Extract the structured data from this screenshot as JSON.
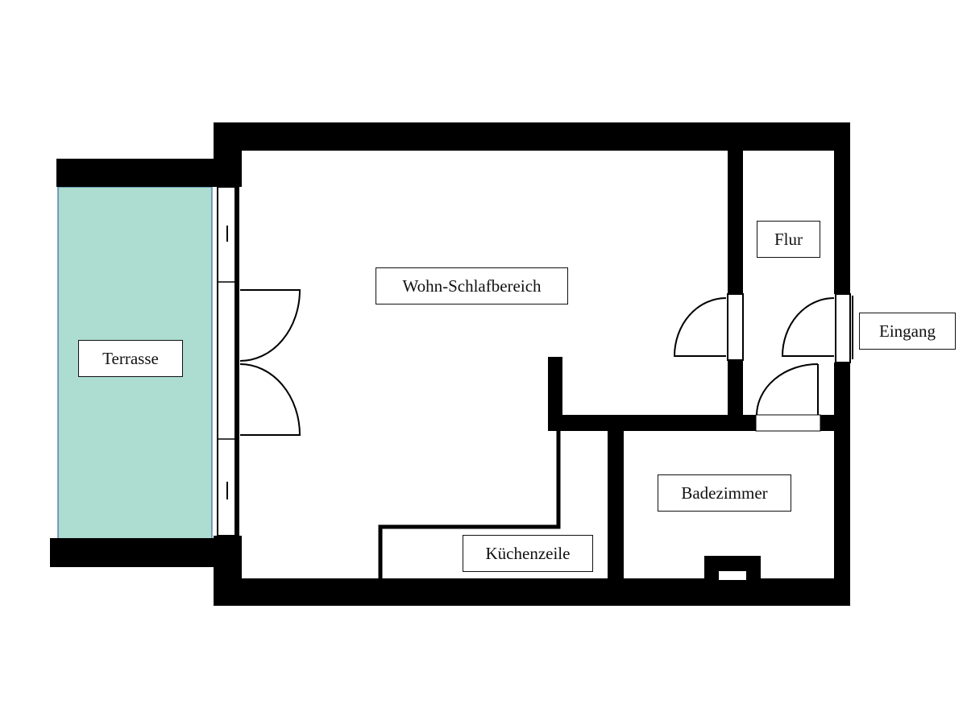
{
  "plan": {
    "colors": {
      "wall": "#000000",
      "terrace_fill": "#addcd0",
      "terrace_border": "#3a6aa0",
      "background": "#ffffff"
    },
    "rooms": [
      {
        "id": "terrasse",
        "label": "Terrasse"
      },
      {
        "id": "wohn-schlafbereich",
        "label": "Wohn-Schlafbereich"
      },
      {
        "id": "flur",
        "label": "Flur"
      },
      {
        "id": "eingang",
        "label": "Eingang"
      },
      {
        "id": "badezimmer",
        "label": "Badezimmer"
      },
      {
        "id": "kuechenzeile",
        "label": "Küchenzeile"
      }
    ]
  }
}
